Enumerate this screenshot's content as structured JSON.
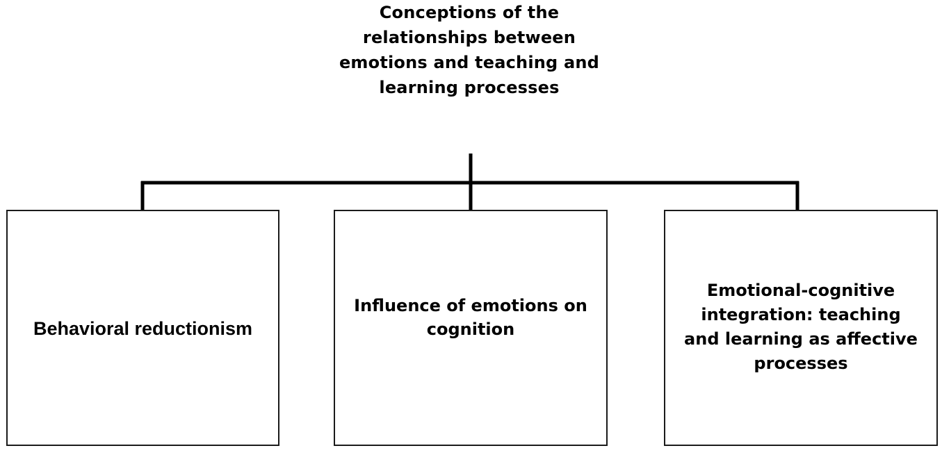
{
  "diagram": {
    "root": {
      "label": "Conceptions of the relationships between emotions and teaching and learning processes"
    },
    "children": [
      {
        "label": "Behavioral reductionism"
      },
      {
        "label": "Influence of emotions on cognition"
      },
      {
        "label": "Emotional-cognitive integration: teaching and learning as affective processes"
      }
    ],
    "colors": {
      "line": "#000000",
      "box_border": "#1a1a1a",
      "background": "#ffffff"
    }
  }
}
